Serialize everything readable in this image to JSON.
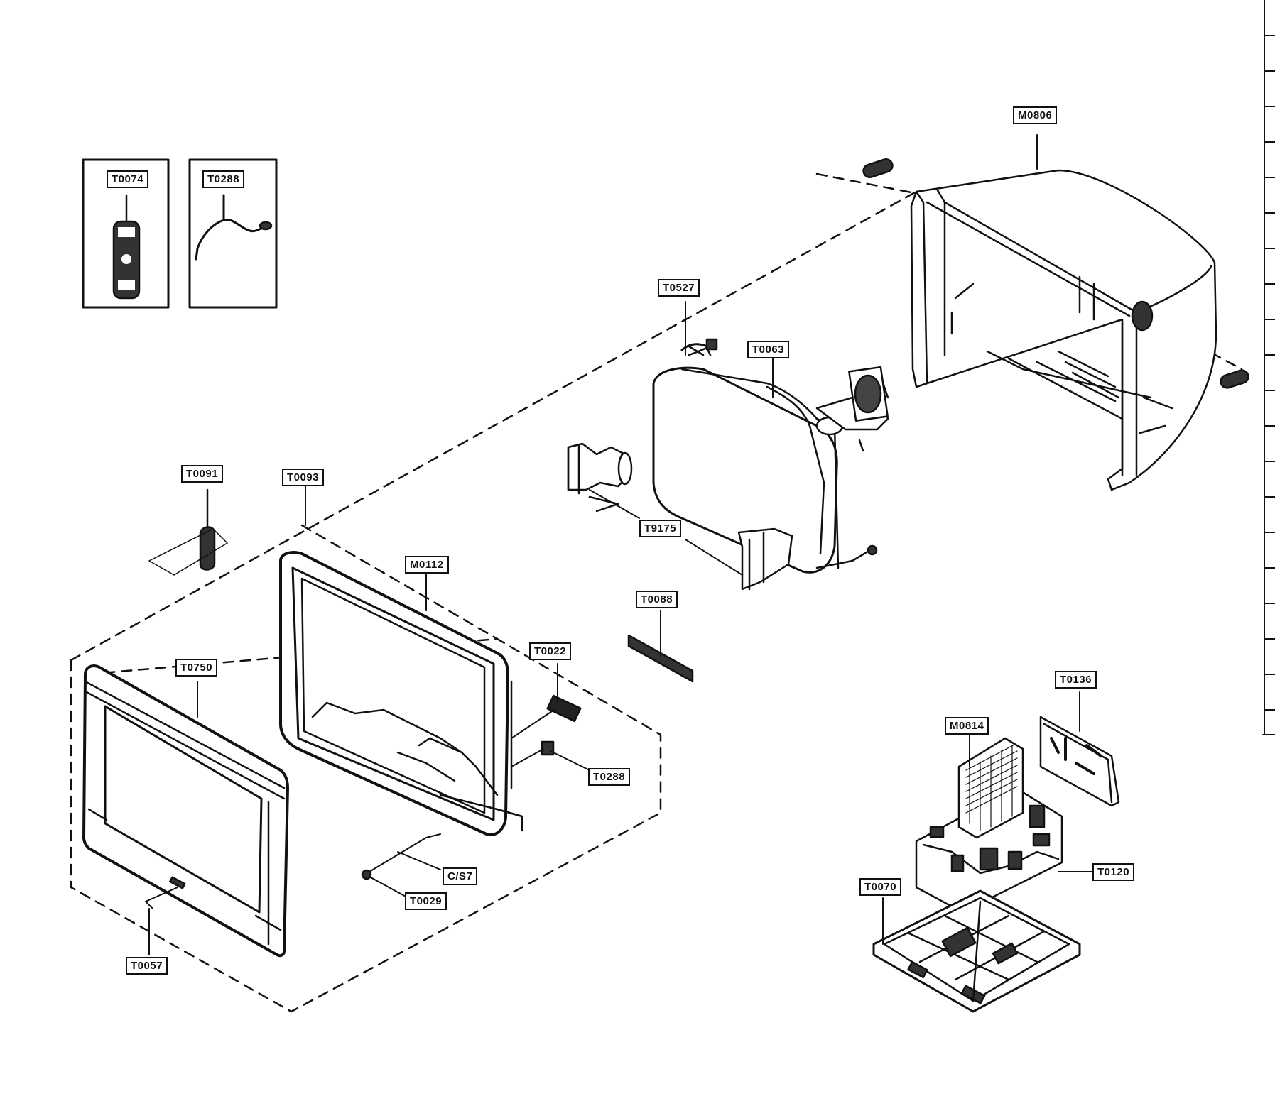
{
  "diagram": {
    "part_labels": {
      "t0074": "T0074",
      "t0288_top": "T0288",
      "m0806": "M0806",
      "t0527": "T0527",
      "t0063": "T0063",
      "t9175": "T9175",
      "t0091": "T0091",
      "t0093": "T0093",
      "m0112": "M0112",
      "t0088": "T0088",
      "t0022": "T0022",
      "t0750": "T0750",
      "t0288_right": "T0288",
      "cs7": "C/S7",
      "t0029": "T0029",
      "t0057": "T0057",
      "t0136": "T0136",
      "m0814": "M0814",
      "t0120": "T0120",
      "t0070": "T0070"
    }
  }
}
